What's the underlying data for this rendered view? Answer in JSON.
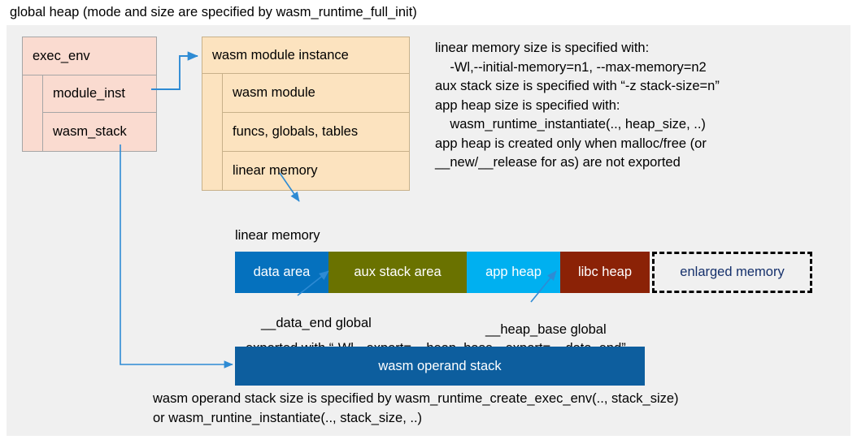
{
  "title": "global heap (mode and size are specified by wasm_runtime_full_init)",
  "exec_env": {
    "title": "exec_env",
    "rows": [
      {
        "label": "module_inst"
      },
      {
        "label": "wasm_stack"
      }
    ]
  },
  "module_instance": {
    "title": "wasm module instance",
    "rows": [
      {
        "label": "wasm module"
      },
      {
        "label": "funcs, globals, tables"
      },
      {
        "label": "linear memory"
      }
    ]
  },
  "notes": {
    "right_block": "linear memory size is specified with:\n    -Wl,--initial-memory=n1, --max-memory=n2\naux stack size is specified with “-z stack-size=n”\napp heap size is specified with:\n    wasm_runtime_instantiate(.., heap_size, ..)\napp heap is created only when malloc/free (or\n__new/__release for as) are not exported",
    "data_end_global": "__data_end global",
    "heap_base_global": "__heap_base global",
    "exported_with": "exported with “-Wl,--export=__heap_base,--export=__data_end”",
    "operand_stack_note": "wasm operand stack size is specified by wasm_runtime_create_exec_env(.., stack_size)\nor wasm_runtine_instantiate(.., stack_size, ..)"
  },
  "linear_memory": {
    "label": "linear memory",
    "segments": [
      {
        "label": "data area",
        "color": "#0571BE",
        "width": 115
      },
      {
        "label": "aux stack area",
        "color": "#6A7200",
        "width": 170
      },
      {
        "label": "app heap",
        "color": "#00B0F0",
        "width": 115
      },
      {
        "label": "libc heap",
        "color": "#8B2206",
        "width": 110
      },
      {
        "label": "enlarged memory",
        "color": "#f0f0f0",
        "width": 194
      }
    ]
  },
  "operand_stack": {
    "label": "wasm operand stack",
    "color": "#0D5E9E"
  },
  "colors": {
    "canvas_bg": "#f0f0f0",
    "exec_env_fill": "#fadbd0",
    "exec_env_stroke": "#a6a6a6",
    "module_fill": "#fce3bf",
    "module_stroke": "#c8b18a",
    "connector": "#2E8BD4",
    "enlarged_text": "#15306b"
  }
}
